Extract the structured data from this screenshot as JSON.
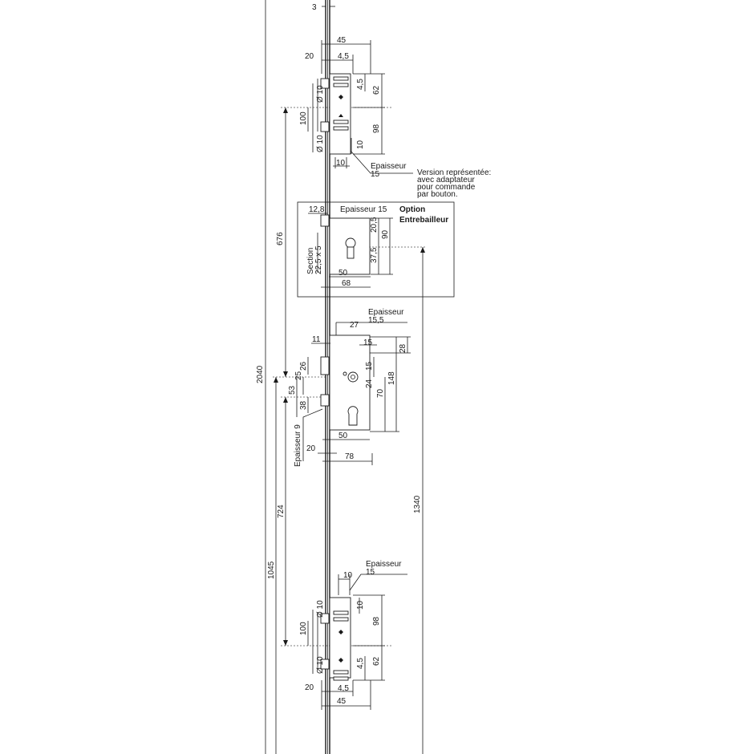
{
  "dimensions": {
    "d3": "3",
    "d45_top": "45",
    "d20_top": "20",
    "d4_5_top": "4,5",
    "d4_5_side_top": "4,5",
    "d62_top": "62",
    "d10_dia_a": "Ø 10",
    "d100_top": "100",
    "d98_top": "98",
    "d10_dia_b": "Ø 10",
    "d10_v_top": "10",
    "d10_h_top": "10",
    "d676": "676",
    "d12_8": "12,8",
    "d20_5": "20,5",
    "d90": "90",
    "d37_5": "37,5",
    "d50_opt": "50",
    "d68": "68",
    "d2040": "2040",
    "d27": "27",
    "d11": "11",
    "d15_h": "15",
    "d28": "28",
    "d26": "26",
    "d25": "25",
    "d15_v": "15",
    "d148": "148",
    "d53": "53",
    "d24": "24",
    "d70": "70",
    "d38": "38",
    "d20_mid": "20",
    "d50_mid": "50",
    "d78": "78",
    "d724": "724",
    "d1340": "1340",
    "d1045": "1045",
    "d10_h_bot": "10",
    "d10_dia_c": "Ø 10",
    "d10_v_bot": "10",
    "d98_bot": "98",
    "d100_bot": "100",
    "d10_dia_d": "Ø 10",
    "d4_5_side_bot": "4,5",
    "d62_bot": "62",
    "d20_bot": "20",
    "d4_5_bot": "4,5",
    "d45_bot": "45"
  },
  "labels": {
    "epaisseur_top_1": "Epaisseur",
    "epaisseur_top_2": "15",
    "version_1": "Version représentée:",
    "version_2": "avec adaptateur",
    "version_3": "pour commande",
    "version_4": "par bouton.",
    "epaisseur_opt": "Epaisseur 15",
    "option_1": "Option",
    "option_2": "Entrebailleur",
    "section_1": "Section",
    "section_2": "22,5 x 5",
    "epaisseur_mid_1": "Epaisseur",
    "epaisseur_mid_2": "15,5",
    "epaisseur_9": "Epaisseur 9",
    "epaisseur_bot_1": "Epaisseur",
    "epaisseur_bot_2": "15"
  }
}
